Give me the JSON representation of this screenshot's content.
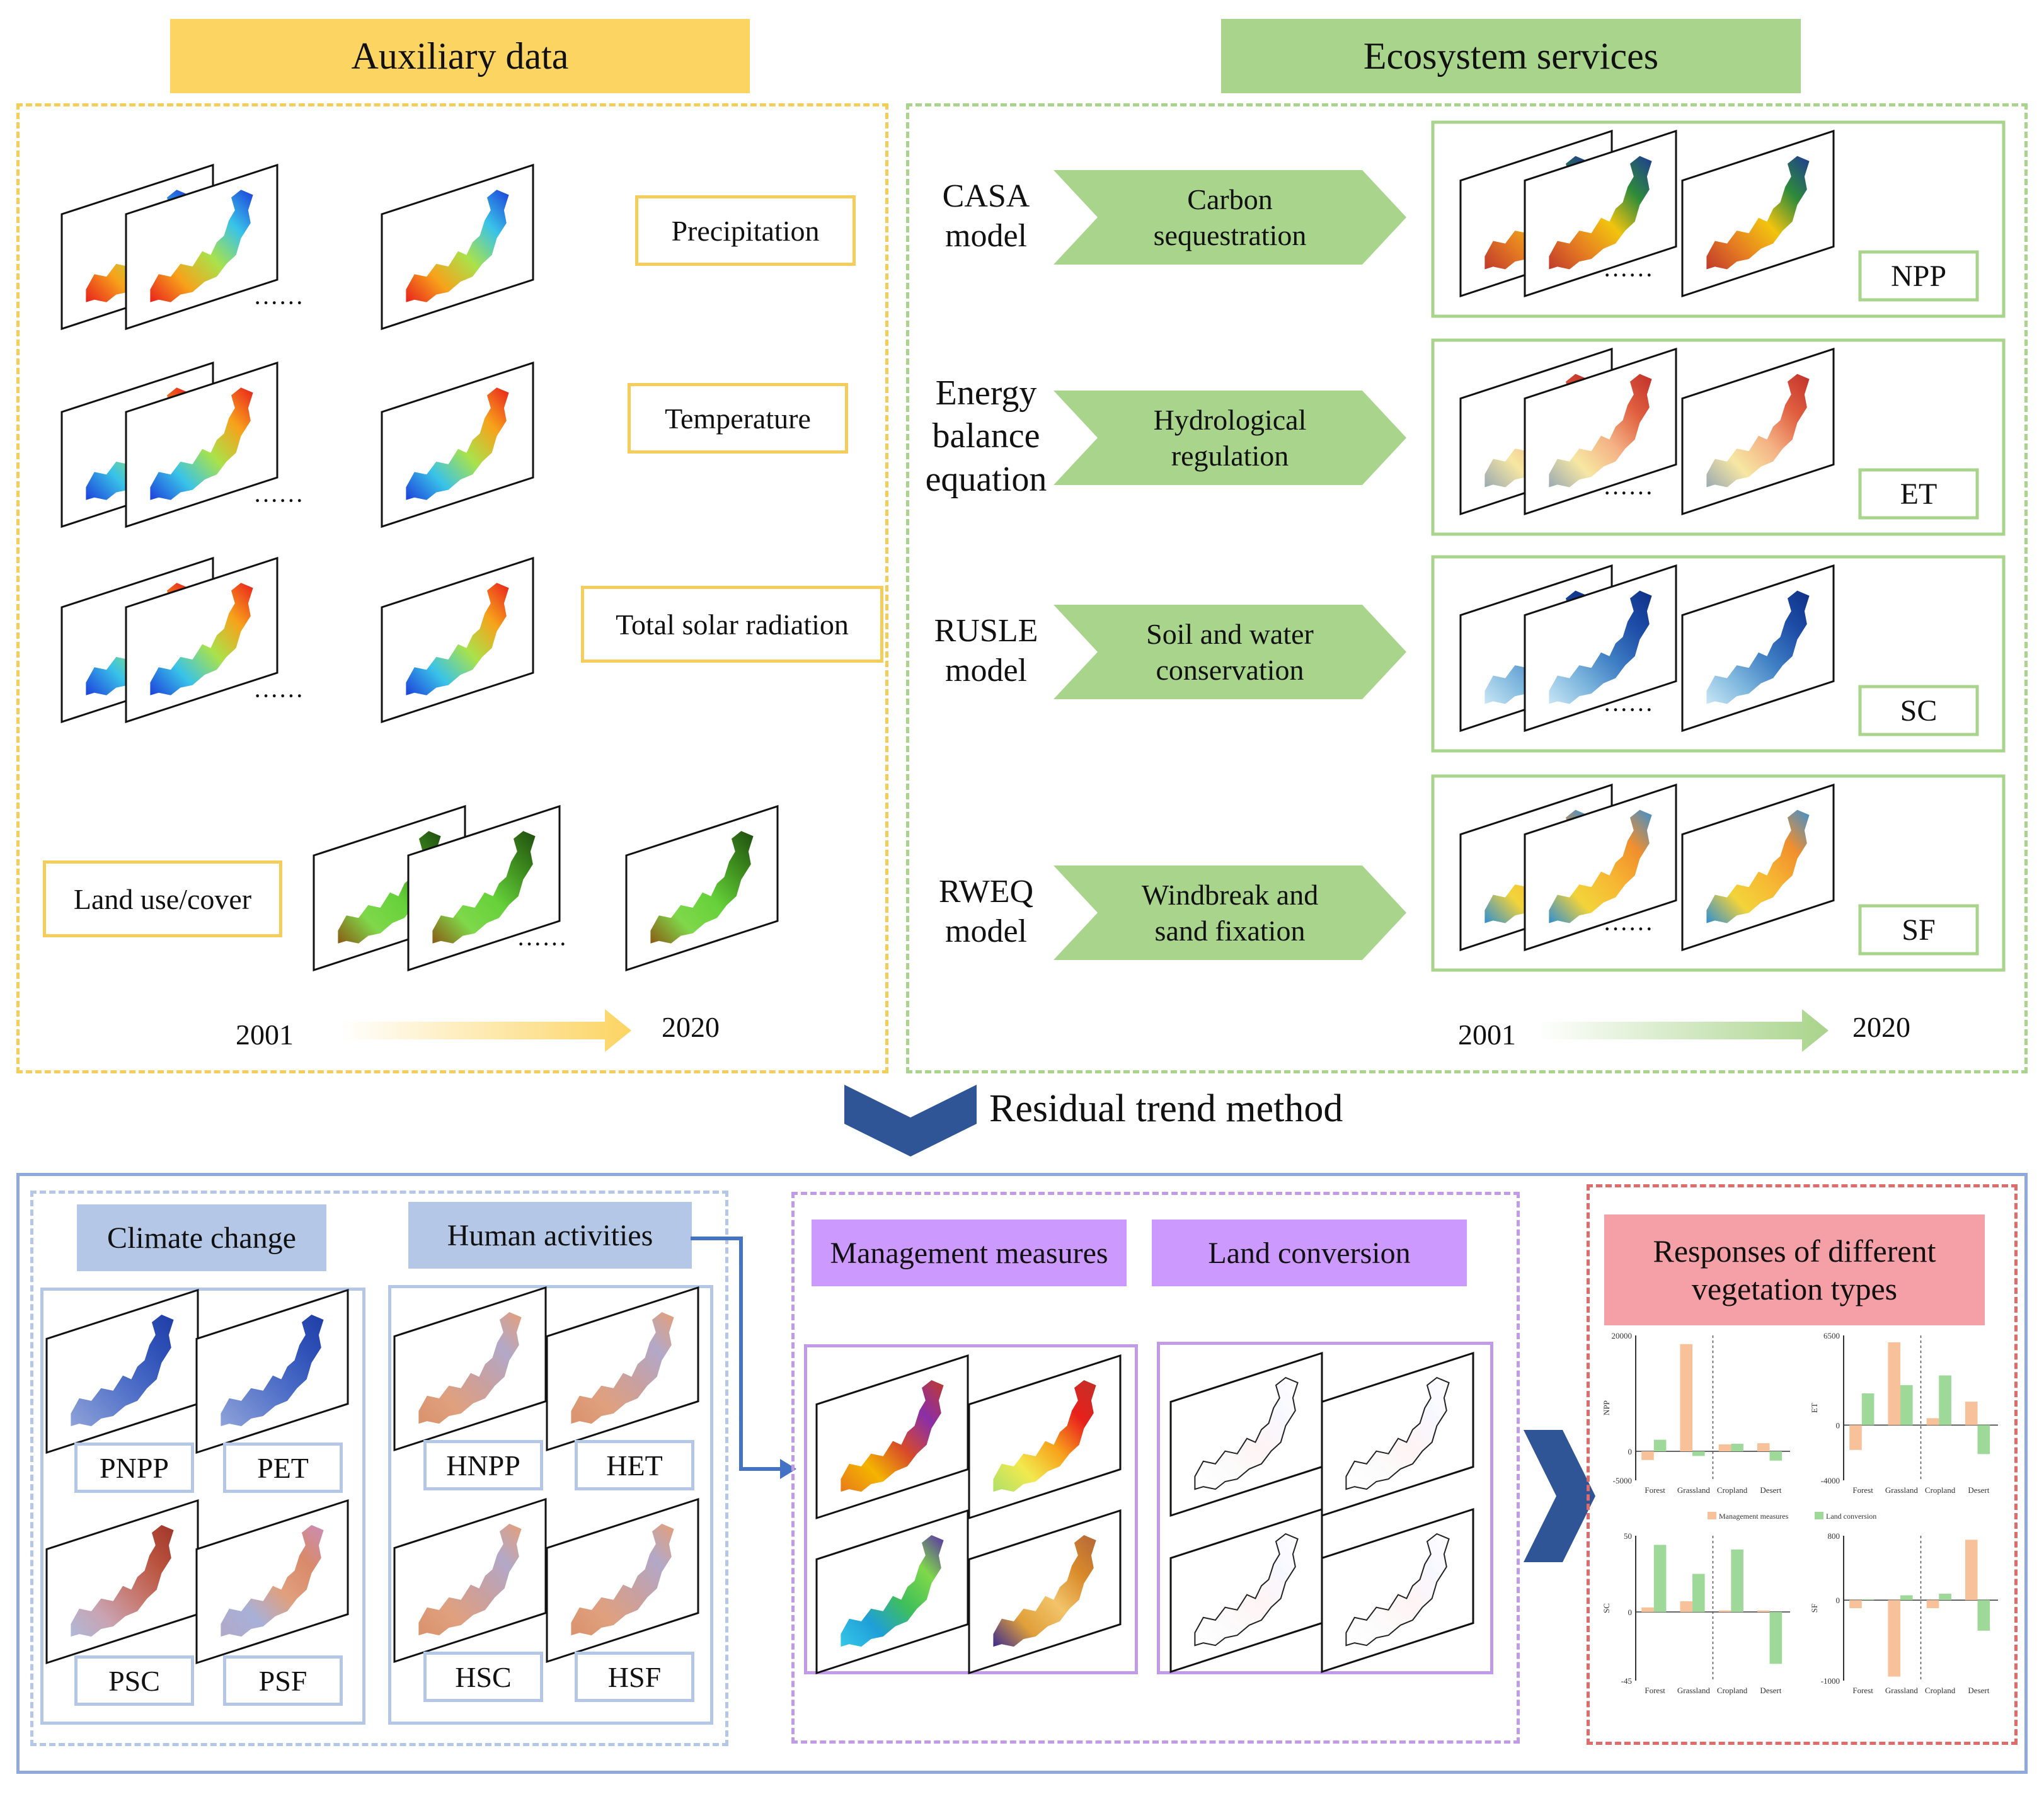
{
  "auxiliary": {
    "title": "Auxiliary data",
    "precipitation": "Precipitation",
    "temperature": "Temperature",
    "solar": "Total solar radiation",
    "landuse": "Land use/cover",
    "year_start": "2001",
    "year_end": "2020",
    "dots": "······"
  },
  "ecosystem": {
    "title": "Ecosystem services",
    "rows": [
      {
        "model": "CASA\nmodel",
        "service": "Carbon\nsequestration",
        "output": "NPP"
      },
      {
        "model": "Energy\nbalance\nequation",
        "service": "Hydrological\nregulation",
        "output": "ET"
      },
      {
        "model": "RUSLE\nmodel",
        "service": "Soil and water\nconservation",
        "output": "SC"
      },
      {
        "model": "RWEQ\nmodel",
        "service": "Windbreak and\nsand fixation",
        "output": "SF"
      }
    ],
    "year_start": "2001",
    "year_end": "2020"
  },
  "method": {
    "label": "Residual trend method"
  },
  "bottom": {
    "climate": "Climate change",
    "human": "Human activities",
    "climate_maps": [
      "PNPP",
      "PET",
      "PSC",
      "PSF"
    ],
    "human_maps": [
      "HNPP",
      "HET",
      "HSC",
      "HSF"
    ],
    "management": "Management measures",
    "conversion": "Land conversion",
    "responses": "Responses of different\nvegetation types",
    "mini_legend": [
      "Management measures",
      "Land conversion"
    ],
    "mini_categories": [
      "Forest",
      "Grassland",
      "Cropland",
      "Desert"
    ]
  },
  "colors": {
    "aux_yellow": "#fcd462",
    "aux_border": "#f5cd5a",
    "eco_green": "#a9d48b",
    "eco_border": "#a9d48b",
    "blue_header": "#b4c7e7",
    "blue_border": "#8fa9dc",
    "purple_header": "#cc99ff",
    "purple_border": "#c19ae8",
    "red_header": "#f4a0a6",
    "red_border": "#e06b6b",
    "chevron_blue": "#2f5597"
  },
  "chart_data": [
    {
      "type": "bar",
      "title": "",
      "ylabel": "NPP",
      "categories": [
        "Forest",
        "Grassland",
        "Cropland",
        "Desert"
      ],
      "series": [
        {
          "name": "Management measures",
          "values": [
            -1500,
            18500,
            1200,
            1400
          ]
        },
        {
          "name": "Land conversion",
          "values": [
            2000,
            -800,
            1300,
            -1600
          ]
        }
      ],
      "ylim": [
        -5000,
        20000
      ]
    },
    {
      "type": "bar",
      "title": "",
      "ylabel": "ET",
      "categories": [
        "Forest",
        "Grassland",
        "Cropland",
        "Desert"
      ],
      "series": [
        {
          "name": "Management measures",
          "values": [
            -1800,
            6000,
            500,
            1700
          ]
        },
        {
          "name": "Land conversion",
          "values": [
            2300,
            2900,
            3600,
            -2100
          ]
        }
      ],
      "ylim": [
        -4000,
        6500
      ]
    },
    {
      "type": "bar",
      "title": "",
      "ylabel": "SC",
      "categories": [
        "Forest",
        "Grassland",
        "Cropland",
        "Desert"
      ],
      "series": [
        {
          "name": "Management measures",
          "values": [
            3,
            7,
            1,
            1
          ]
        },
        {
          "name": "Land conversion",
          "values": [
            44,
            25,
            41,
            -34
          ]
        }
      ],
      "ylim": [
        -45,
        50
      ]
    },
    {
      "type": "bar",
      "title": "",
      "ylabel": "SF",
      "categories": [
        "Forest",
        "Grassland",
        "Cropland",
        "Desert"
      ],
      "series": [
        {
          "name": "Management measures",
          "values": [
            -100,
            -950,
            -100,
            750
          ]
        },
        {
          "name": "Land conversion",
          "values": [
            10,
            60,
            80,
            -380
          ]
        }
      ],
      "ylim": [
        -1000,
        800
      ]
    }
  ]
}
